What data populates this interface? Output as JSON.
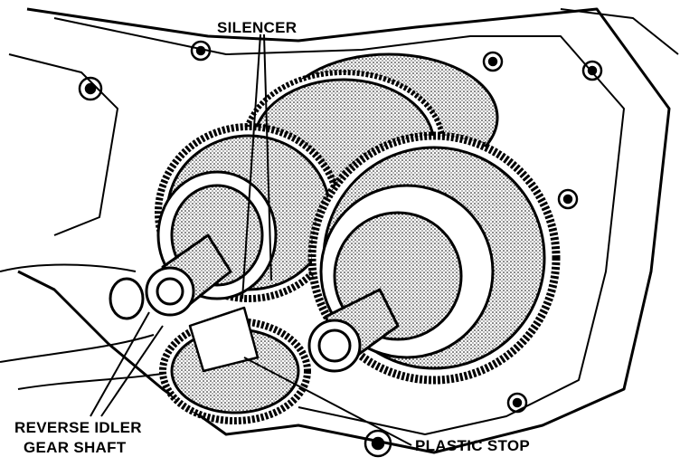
{
  "labels": {
    "silencer": "SILENCER",
    "reverse_idler_line1": "REVERSE IDLER",
    "reverse_idler_line2": "GEAR SHAFT",
    "plastic_stop": "PLASTIC STOP"
  }
}
